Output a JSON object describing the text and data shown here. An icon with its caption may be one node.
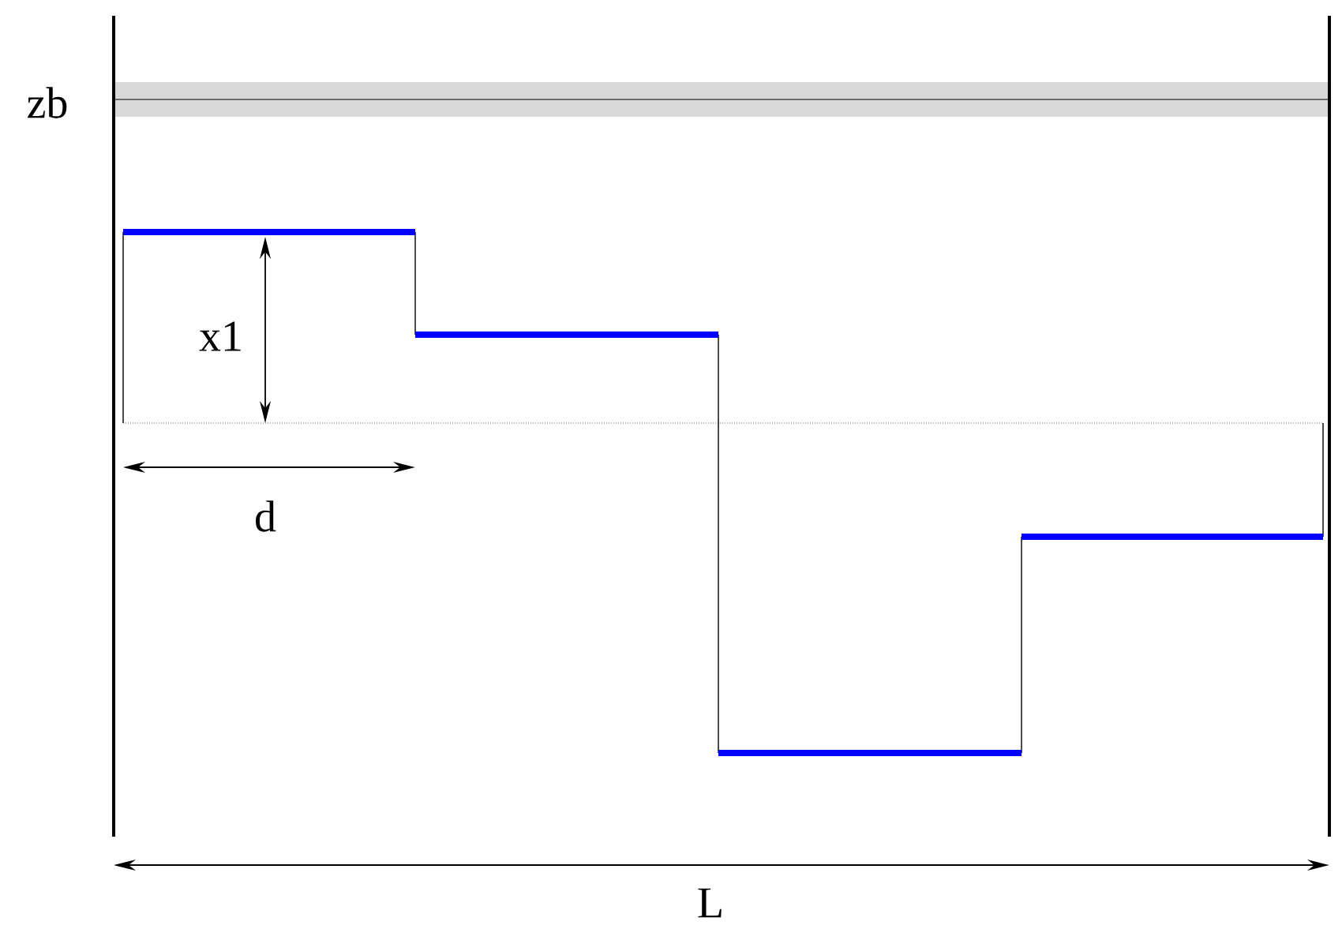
{
  "diagram": {
    "labels": [
      "zb",
      "x1",
      "d",
      "L"
    ]
  }
}
